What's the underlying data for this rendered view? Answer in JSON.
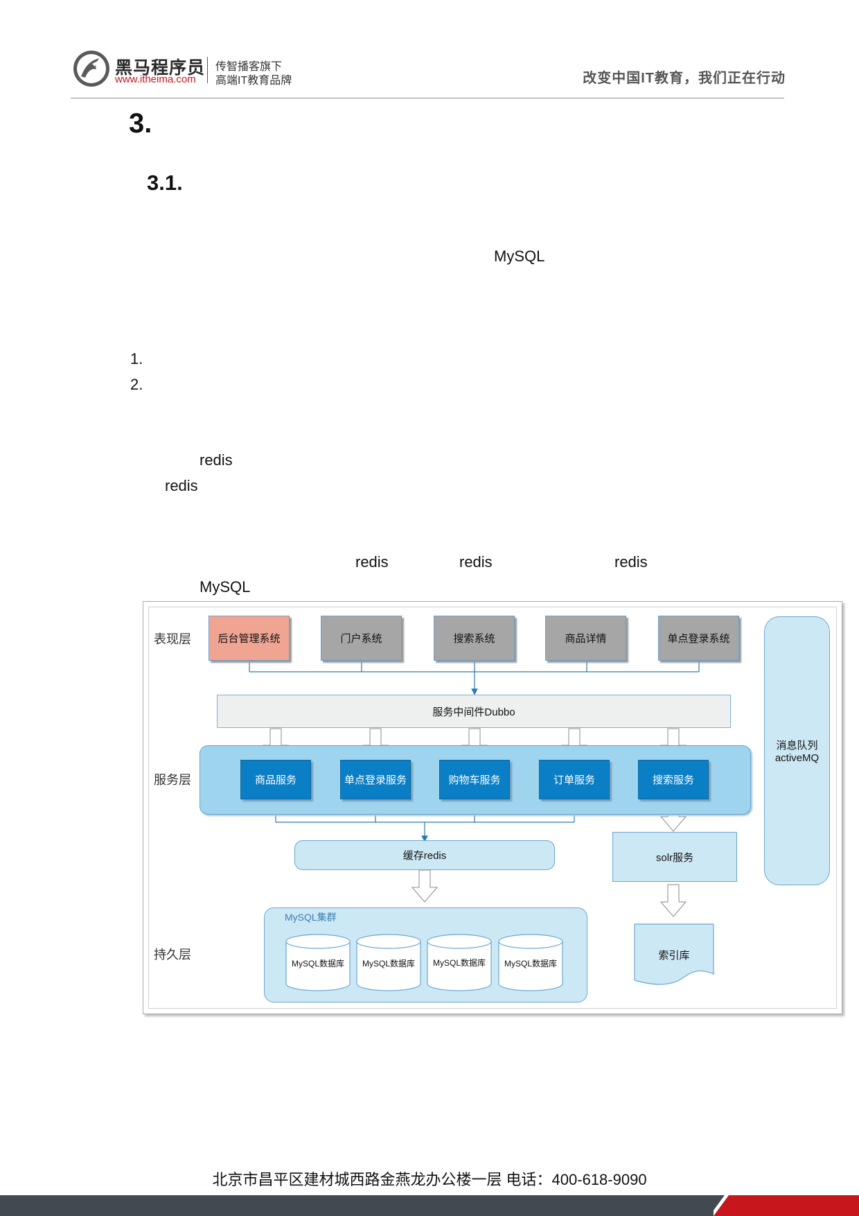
{
  "header": {
    "logo_name": "黑马程序员",
    "logo_url": "www.itheima.com",
    "tagline_1": "传智播客旗下",
    "tagline_2": "高端IT教育品牌",
    "slogan": "改变中国IT教育，我们正在行动"
  },
  "body": {
    "heading_1": "3.",
    "heading_2": "3.1.",
    "fragment_mysql_1": "MySQL",
    "list_1": "1.",
    "list_2": "2.",
    "fragment_redis_1": "redis",
    "fragment_redis_2": "redis",
    "fragment_redis_3": "redis",
    "fragment_redis_4": "redis",
    "fragment_redis_5": "redis",
    "fragment_mysql_2": "MySQL"
  },
  "diagram": {
    "layers": {
      "presentation": "表现层",
      "service": "服务层",
      "persistence": "持久层"
    },
    "systems": [
      "后台管理系统",
      "门户系统",
      "搜索系统",
      "商品详情",
      "单点登录系统"
    ],
    "middleware": "服务中间件Dubbo",
    "services": [
      "商品服务",
      "单点登录服务",
      "购物车服务",
      "订单服务",
      "搜索服务"
    ],
    "cache": "缓存redis",
    "solr": "solr服务",
    "mq_line1": "消息队列",
    "mq_line2": "activeMQ",
    "mysql_cluster": "MySQL集群",
    "databases": [
      "MySQL数据库",
      "MySQL数据库",
      "MySQL数据库",
      "MySQL数据库"
    ],
    "index_store": "索引库"
  },
  "footer": {
    "address": "北京市昌平区建材城西路金燕龙办公楼一层   电话：400-618-9090"
  },
  "colors": {
    "brand_red": "#c8161d",
    "service_blue": "#0b7fc6",
    "light_blue": "#cde8f5",
    "footer_gray": "#424a50"
  }
}
